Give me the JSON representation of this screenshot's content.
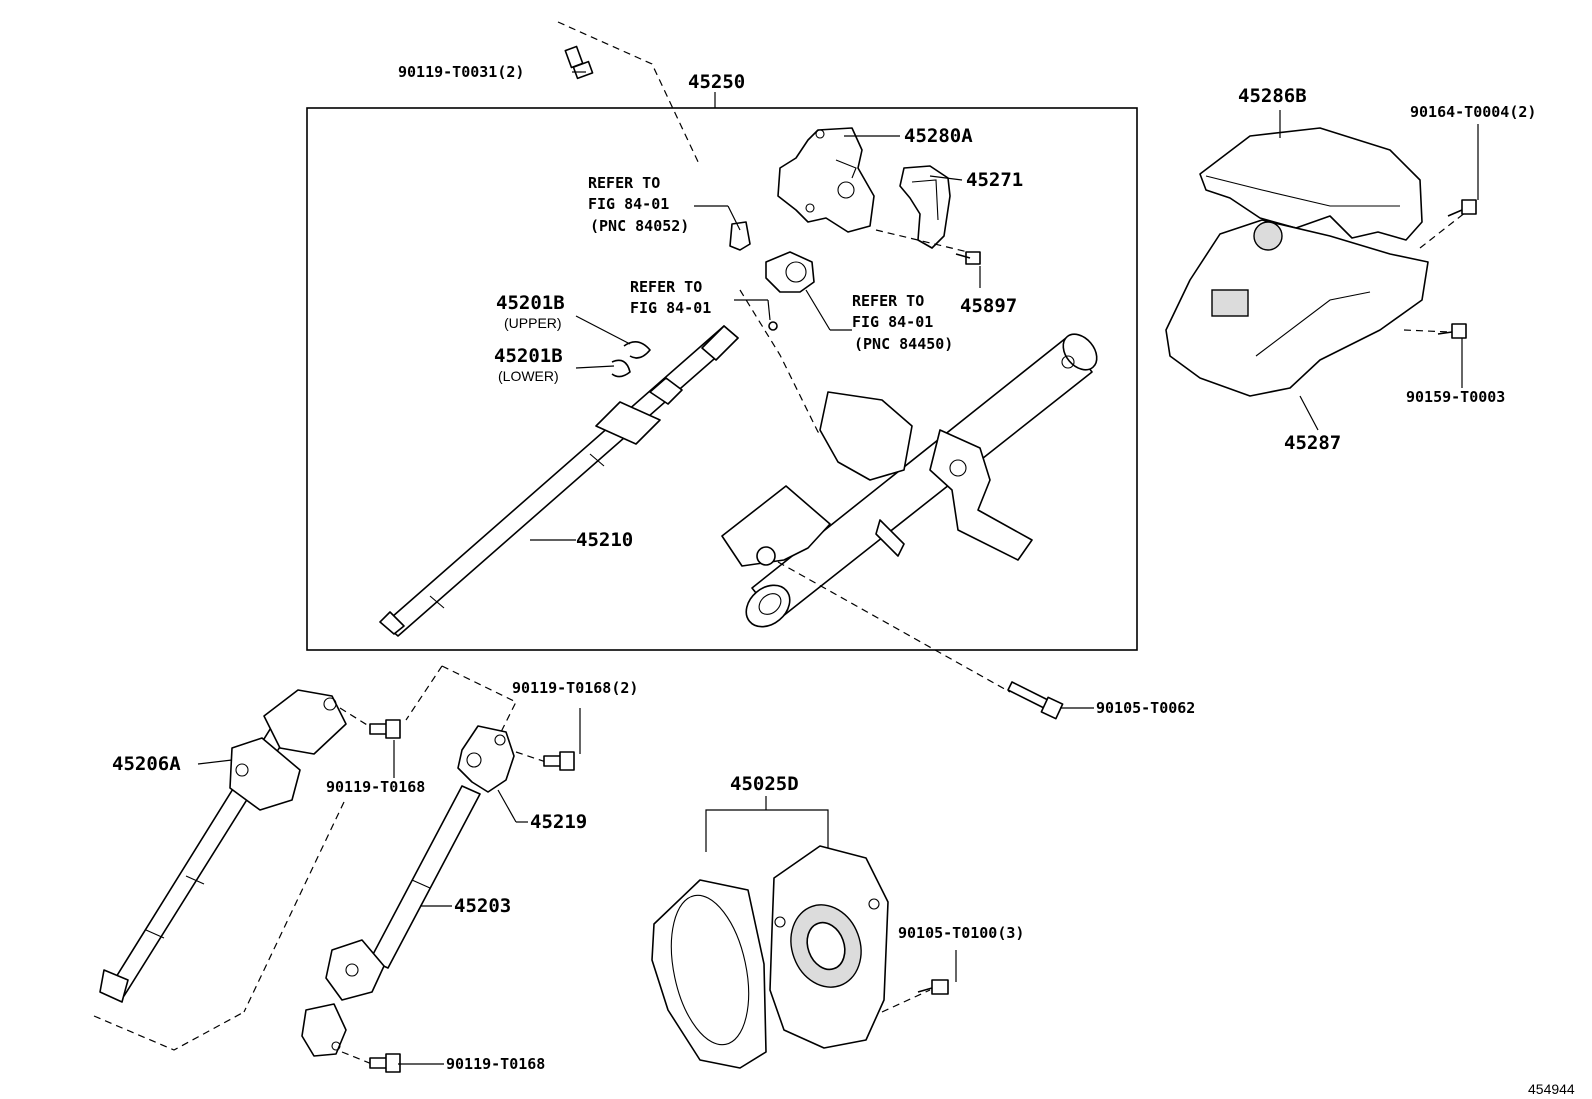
{
  "labels": {
    "p90119_t0031": "90119-T0031(2)",
    "p45250": "45250",
    "p45280a": "45280A",
    "p45271": "45271",
    "refer1_line1": "REFER TO",
    "refer1_line2": "FIG 84-01",
    "refer1_line3": "(PNC 84052)",
    "refer2_line1": "REFER TO",
    "refer2_line2": "FIG 84-01",
    "refer3_line1": "REFER TO",
    "refer3_line2": "FIG 84-01",
    "refer3_line3": "(PNC 84450)",
    "p45897": "45897",
    "p45201b_upper": "45201B",
    "upper": "(UPPER)",
    "p45201b_lower": "45201B",
    "lower": "(LOWER)",
    "p45210": "45210",
    "p45286b": "45286B",
    "p90164_t0004": "90164-T0004(2)",
    "p90159_t0003": "90159-T0003",
    "p45287": "45287",
    "p90105_t0062": "90105-T0062",
    "p90119_t0168_2": "90119-T0168(2)",
    "p45206a": "45206A",
    "p90119_t0168_a": "90119-T0168",
    "p45219": "45219",
    "p45203": "45203",
    "p90119_t0168_b": "90119-T0168",
    "p45025d": "45025D",
    "p90105_t0100": "90105-T0100(3)",
    "figure_id": "454944"
  }
}
